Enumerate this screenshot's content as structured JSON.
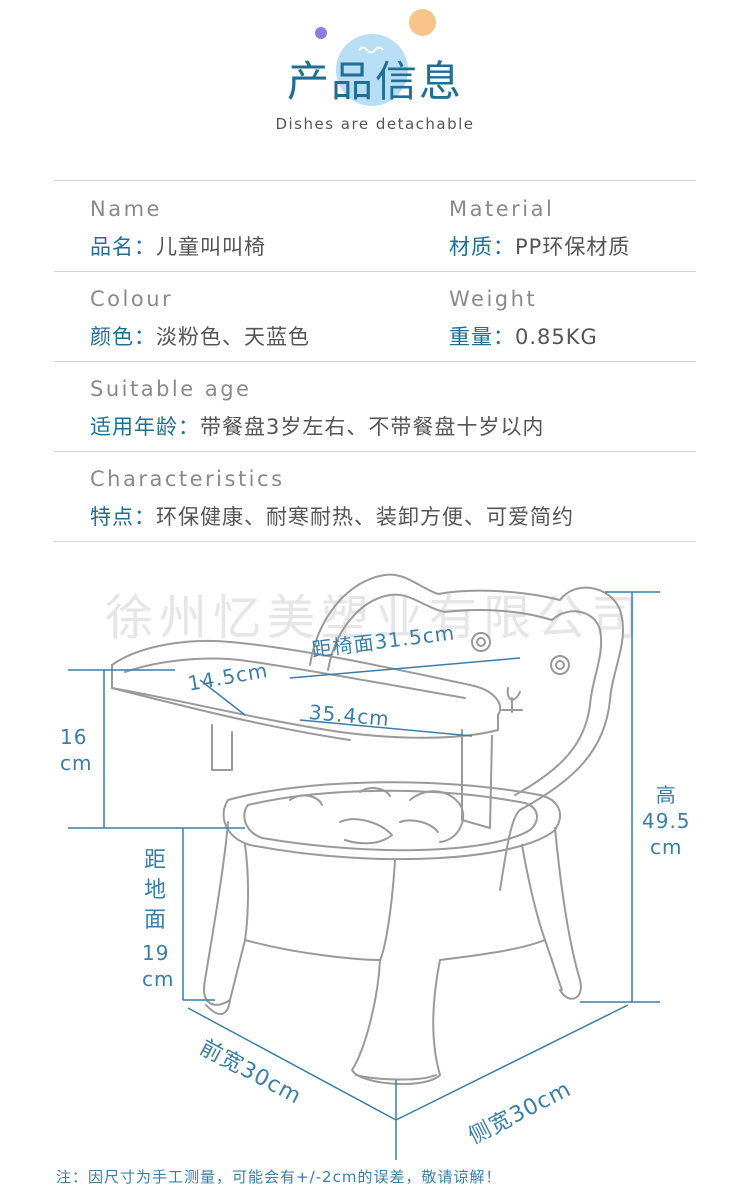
{
  "header": {
    "title": "产品信息",
    "subtitle": "Dishes are detachable"
  },
  "specs": [
    {
      "en": "Name",
      "key": "品名：",
      "value": "儿童叫叫椅"
    },
    {
      "en": "Material",
      "key": "材质：",
      "value": "PP环保材质"
    },
    {
      "en": "Colour",
      "key": "颜色：",
      "value": "淡粉色、天蓝色"
    },
    {
      "en": "Weight",
      "key": "重量：",
      "value": "0.85KG"
    },
    {
      "en": "Suitable age",
      "key": "适用年龄：",
      "value": "带餐盘3岁左右、不带餐盘十岁以内"
    },
    {
      "en": "Characteristics",
      "key": "特点：",
      "value": "环保健康、耐寒耐热、装卸方便、可爱简约"
    }
  ],
  "watermark": "徐州忆美塑业有限公司",
  "dimensions": {
    "seat_depth": "距椅面31.5cm",
    "tray_depth": "14.5cm",
    "tray_width": "35.4cm",
    "armrest_height": "16\ncm",
    "seat_height_label": "距\n地\n面",
    "seat_height_value": "19\ncm",
    "total_height": "高\n49.5\ncm",
    "front_width": "前宽30cm",
    "side_width": "侧宽30cm"
  },
  "note": "注：因尺寸为手工测量，可能会有+/-2cm的误差，敬请谅解！",
  "colors": {
    "accent": "#1e6f95",
    "dimension": "#3a7fa8",
    "circle": "#a9d6f2",
    "orange": "#f6b56d",
    "purple": "#8a7fe0"
  }
}
